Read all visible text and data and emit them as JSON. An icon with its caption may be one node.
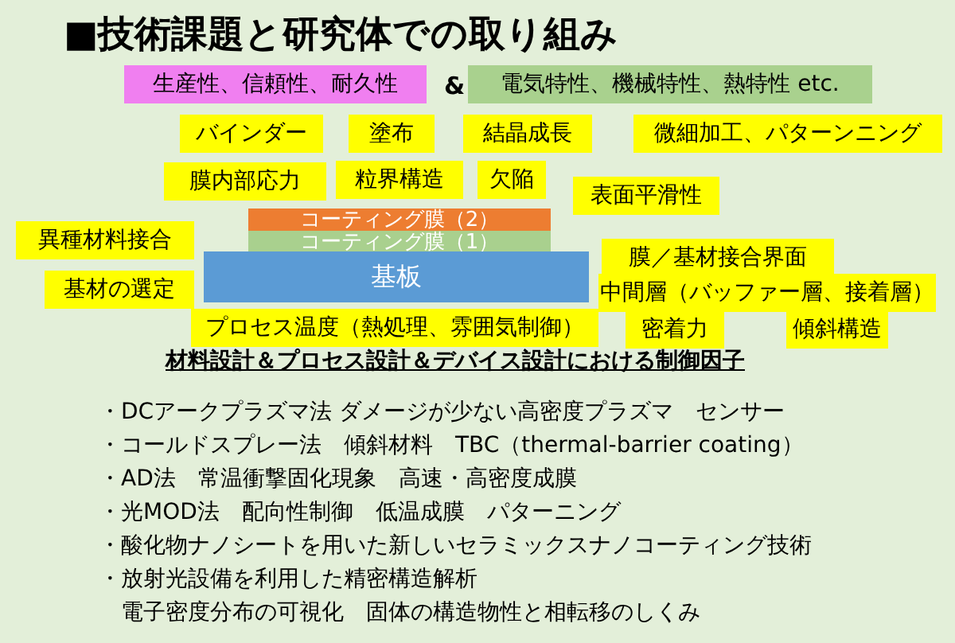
{
  "diagram": {
    "title": "■技術課題と研究体での取り組み",
    "nodes": [
      {
        "text": [
          "生産性、信頼性、耐久性"
        ]
      },
      {
        "text": [
          "電気特性、機械特性、熱特性 etc."
        ]
      },
      {
        "text": [
          "バインダー"
        ]
      },
      {
        "text": [
          "塗布"
        ]
      },
      {
        "text": [
          "結晶成長"
        ]
      },
      {
        "text": [
          "微細加工、パターンニング"
        ]
      },
      {
        "text": [
          "膜内部応力"
        ]
      },
      {
        "text": [
          "粒界構造"
        ]
      },
      {
        "text": [
          "欠陥"
        ]
      },
      {
        "text": [
          "表面平滑性"
        ]
      },
      {
        "text": [
          "コーティング膜（2）"
        ]
      },
      {
        "text": [
          "コーティング膜（1）"
        ]
      },
      {
        "text": [
          "異種材料接合"
        ]
      },
      {
        "text": [
          "膜／基材接合界面"
        ]
      },
      {
        "text": [
          "基板"
        ]
      },
      {
        "text": [
          "基材の選定"
        ]
      },
      {
        "text": [
          "中間層（バッファー層、接着層）"
        ]
      },
      {
        "text": [
          "プロセス温度（熱処理、雰囲気制御）"
        ]
      },
      {
        "text": [
          "密着力"
        ]
      },
      {
        "text": [
          "傾斜構造"
        ]
      }
    ],
    "labels": [
      "&",
      "材料設計＆プロセス設計＆デバイス設計における制御因子",
      "・DCアークプラズマ法 ダメージが少ない高密度プラズマ　センサー",
      "・コールドスプレー法　傾斜材料　TBC（thermal-barrier coating）",
      "・AD法　常温衝撃固化現象　高速・高密度成膜",
      "・光MOD法　配向性制御　低温成膜　パターニング",
      "・酸化物ナノシートを用いた新しいセラミックスナノコーティング技術",
      "・放射光設備を利用した精密構造解析",
      "電子密度分布の可視化　固体の構造物性と相転移のしくみ"
    ]
  }
}
